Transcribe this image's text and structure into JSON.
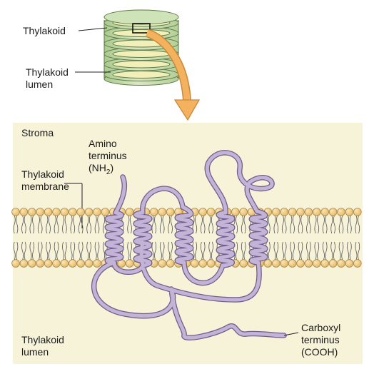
{
  "labels": {
    "thylakoid": "Thylakoid",
    "thylakoid_lumen_top_line1": "Thylakoid",
    "thylakoid_lumen_top_line2": "lumen",
    "stroma": "Stroma",
    "amino_line1": "Amino",
    "amino_line2": "terminus",
    "amino_line3_pre": "(NH",
    "amino_line3_sub": "2",
    "amino_line3_post": ")",
    "membrane_line1": "Thylakoid",
    "membrane_line2": "membrane",
    "lumen_bottom_line1": "Thylakoid",
    "lumen_bottom_line2": "lumen",
    "carboxyl_line1": "Carboxyl",
    "carboxyl_line2": "terminus",
    "carboxyl_line3": "(COOH)"
  },
  "colors": {
    "panel_background": "#f7f3d9",
    "lipid_head": "#ecc57a",
    "lipid_head_stroke": "#a8874a",
    "protein_chain": "#c3b3d7",
    "protein_chain_outline": "#6e5c8c",
    "stack_green": "#c9ddb1",
    "stack_lumen": "#f2efb8",
    "arrow": "#f4b25f"
  }
}
